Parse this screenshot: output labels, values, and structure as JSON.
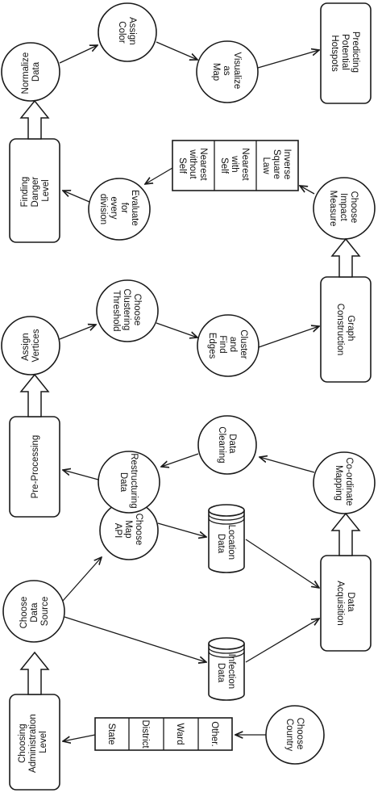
{
  "nodes": {
    "choosing_admin_level": [
      "Choosing",
      "Administration",
      "Level"
    ],
    "admin_table": [
      "State",
      "District",
      "Ward",
      "Other."
    ],
    "choose_country": [
      "Choose",
      "Country"
    ],
    "choose_data_source": [
      "Choose",
      "Data",
      "Source"
    ],
    "choose_map_api": [
      "Choose",
      "Map",
      "API"
    ],
    "location_data": [
      "Location",
      "Data"
    ],
    "infection_data": [
      "Infection",
      "Data"
    ],
    "data_acquisition": [
      "Data",
      "Acquisition"
    ],
    "pre_processing": [
      "Pre-Processing"
    ],
    "restructuring_data": [
      "Restructuring",
      "Data"
    ],
    "data_cleaning": [
      "Data",
      "Cleaning"
    ],
    "coordinate_mapping": [
      "Co-ordinate",
      "Mapping"
    ],
    "assign_vertices": [
      "Assign",
      "Vertices"
    ],
    "choose_clustering_threshold": [
      "Choose",
      "Clustering",
      "Threshold"
    ],
    "cluster_find_edges": [
      "Cluster",
      "and",
      "Find",
      "Edges"
    ],
    "graph_construction": [
      "Graph",
      "Construction"
    ],
    "finding_danger_level": [
      "Finding",
      "Danger",
      "Level"
    ],
    "evaluate_every_division": [
      "Evaluate",
      "for",
      "every",
      "division"
    ],
    "impact_table": [
      [
        "Nearest",
        "without",
        "Self"
      ],
      [
        "Nearest",
        "with",
        "Self"
      ],
      [
        "Inverse",
        "Square",
        "Law"
      ]
    ],
    "choose_impact_measure": [
      "Choose",
      "Impact",
      "Measure"
    ],
    "normalize_data": [
      "Normalize",
      "Data"
    ],
    "assign_color": [
      "Assign",
      "Color"
    ],
    "visualize_as_map": [
      "Visualize",
      "as",
      "Map"
    ],
    "predicting_hotspots": [
      "Predicting",
      "Potential",
      "Hotspots"
    ]
  }
}
